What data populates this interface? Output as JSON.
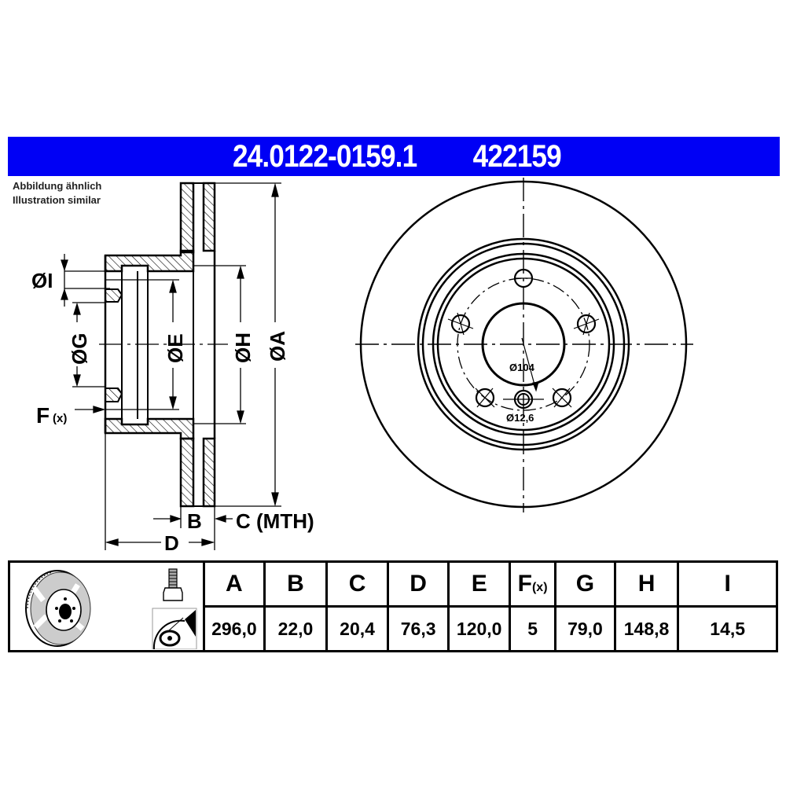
{
  "header": {
    "part_number": "24.0122-0159.1",
    "short_number": "422159",
    "banner_color": "#0000f5"
  },
  "note": {
    "line1": "Abbildung ähnlich",
    "line2": "Illustration similar"
  },
  "side_view": {
    "labels": {
      "I": "ØI",
      "G": "ØG",
      "E": "ØE",
      "H": "ØH",
      "A": "ØA",
      "F": "F",
      "F_sub": "(x)",
      "B": "B",
      "C": "C (MTH)",
      "D": "D"
    }
  },
  "front_view": {
    "hub_diameter": "Ø104",
    "hole_diameter": "Ø12,6",
    "bolt_holes": 5
  },
  "spec_table": {
    "icons": [
      "brake-disc-icon",
      "bolt-icon",
      "wheel-hub-spray-icon"
    ],
    "columns": [
      {
        "key": "A",
        "label": "A",
        "sub": "",
        "value": "296,0"
      },
      {
        "key": "B",
        "label": "B",
        "sub": "",
        "value": "22,0"
      },
      {
        "key": "C",
        "label": "C",
        "sub": "",
        "value": "20,4"
      },
      {
        "key": "D",
        "label": "D",
        "sub": "",
        "value": "76,3"
      },
      {
        "key": "E",
        "label": "E",
        "sub": "",
        "value": "120,0"
      },
      {
        "key": "F",
        "label": "F",
        "sub": "(x)",
        "value": "5"
      },
      {
        "key": "G",
        "label": "G",
        "sub": "",
        "value": "79,0"
      },
      {
        "key": "H",
        "label": "H",
        "sub": "",
        "value": "148,8"
      },
      {
        "key": "I",
        "label": "I",
        "sub": "",
        "value": "14,5"
      }
    ]
  }
}
